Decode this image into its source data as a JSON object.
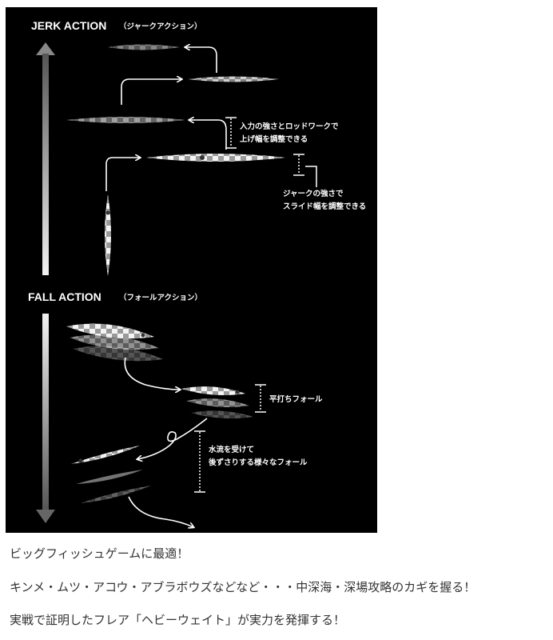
{
  "diagram": {
    "jerk": {
      "title": "JERK ACTION",
      "subtitle": "（ジャークアクション）",
      "annotation_lift": [
        "入力の強さとロッドワークで",
        "上げ幅を調整できる"
      ],
      "annotation_slide": [
        "ジャークの強さで",
        "スライド幅を調整できる"
      ]
    },
    "fall": {
      "title": "FALL ACTION",
      "subtitle": "（フォールアクション）",
      "annotation_flat": [
        "平打ちフォール"
      ],
      "annotation_current": [
        "水流を受けて",
        "後ずさりする様々なフォール"
      ]
    }
  },
  "captions": [
    "ビッグフィッシュゲームに最適！",
    "キンメ・ムツ・アコウ・アブラボウズなどなど・・・中深海・深場攻略のカギを握る！",
    "実戦で証明したフレア「ヘビーウェイト」が実力を発揮する！"
  ]
}
